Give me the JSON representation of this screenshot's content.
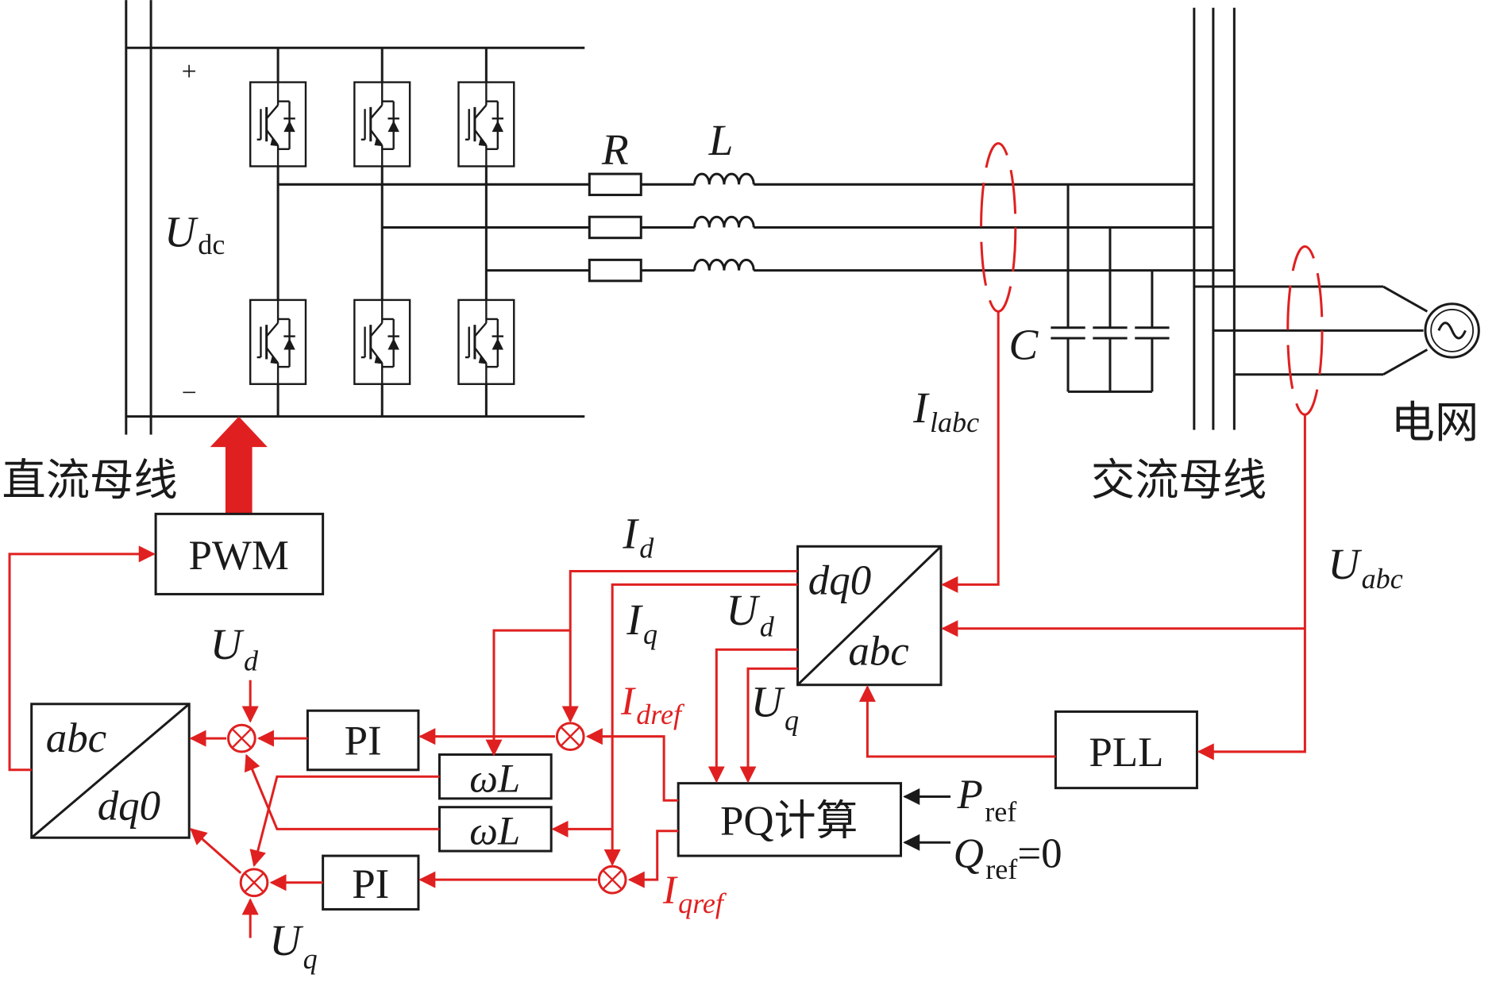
{
  "labels": {
    "dc_bus": "直流母线",
    "ac_bus": "交流母线",
    "grid": "电网",
    "plus": "+",
    "minus": "−",
    "udc_main": "U",
    "udc_sub": "dc",
    "r": "R",
    "l": "L",
    "c": "C",
    "ilabc_main": "I",
    "ilabc_sub": "labc",
    "uabc_main": "U",
    "uabc_sub": "abc",
    "id_main": "I",
    "id_sub": "d",
    "iq_main": "I",
    "iq_sub": "q",
    "ud_top_main": "U",
    "ud_top_sub": "d",
    "uq_top_main": "U",
    "uq_top_sub": "q",
    "idref_main": "I",
    "idref_sub": "dref",
    "iqref_main": "I",
    "iqref_sub": "qref",
    "ud_left_main": "U",
    "ud_left_sub": "d",
    "uq_left_main": "U",
    "uq_left_sub": "q",
    "pref_main": "P",
    "pref_sub": "ref",
    "qref_main": "Q",
    "qref_sub": "ref",
    "qref_eq": "=0"
  },
  "blocks": {
    "pwm": "PWM",
    "pi_top": "PI",
    "pi_bottom": "PI",
    "wl_top": "ωL",
    "wl_bottom": "ωL",
    "pll": "PLL",
    "pq": "PQ计算",
    "dq0abc_top": "dq0",
    "dq0abc_bottom": "abc",
    "abcdq0_top": "abc",
    "abcdq0_bottom": "dq0"
  },
  "colors": {
    "signal": "#e02020",
    "power": "#1a1a1a"
  }
}
